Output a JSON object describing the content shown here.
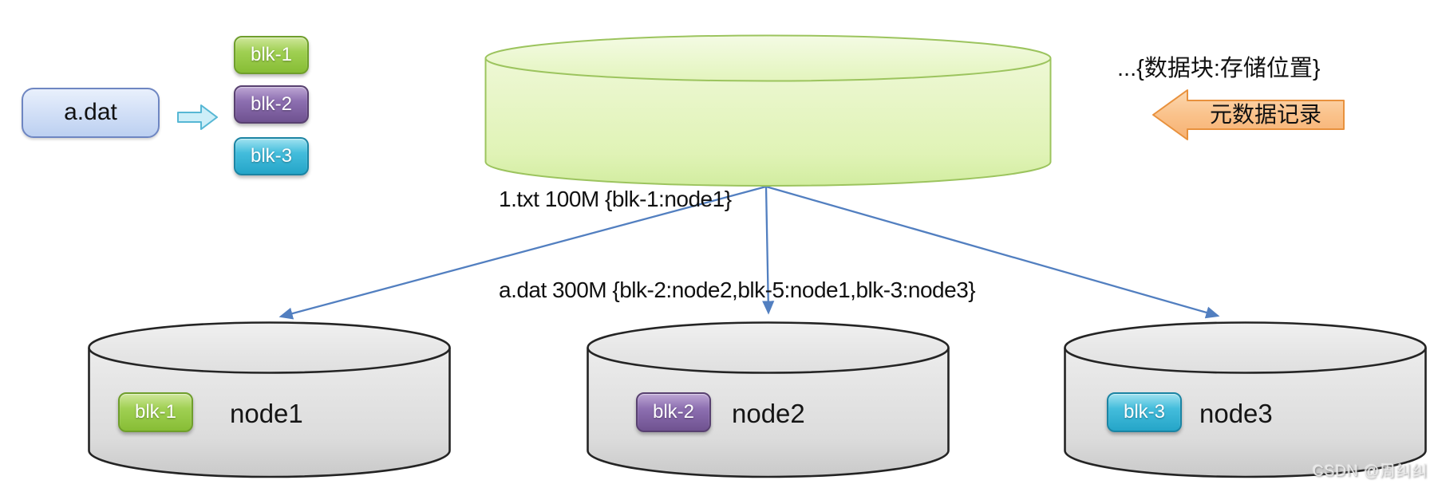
{
  "file_box": {
    "label": "a.dat"
  },
  "legend_blocks": [
    {
      "label": "blk-1",
      "color": "#87bd35"
    },
    {
      "label": "blk-2",
      "color": "#6f5290"
    },
    {
      "label": "blk-3",
      "color": "#25a5c8"
    }
  ],
  "metadata_cylinder": {
    "lines": [
      "1.txt 100M {blk-1:node1}",
      "a.dat 300M {blk-2:node2,blk-5:node1,blk-3:node3}"
    ]
  },
  "metadata_annotation": {
    "format_hint": "...{数据块:存储位置}",
    "arrow_label": "元数据记录"
  },
  "data_nodes": [
    {
      "block": "blk-1",
      "name": "node1",
      "block_color": "#87bd35"
    },
    {
      "block": "blk-2",
      "name": "node2",
      "block_color": "#6f5290"
    },
    {
      "block": "blk-3",
      "name": "node3",
      "block_color": "#25a5c8"
    }
  ],
  "watermark": "CSDN @周纠纠",
  "colors": {
    "arrow_blue": "#527fc0",
    "metadata_cylinder_fill": "#ddf2af",
    "metadata_cylinder_border": "#9cc45e",
    "node_cylinder_fill": "#dedede",
    "node_cylinder_border": "#242424",
    "annotation_arrow_fill": "#f9bc83",
    "annotation_arrow_border": "#e8913d",
    "file_box_fill": "#d4e1f7",
    "split_arrow_fill": "#cdeef8"
  }
}
